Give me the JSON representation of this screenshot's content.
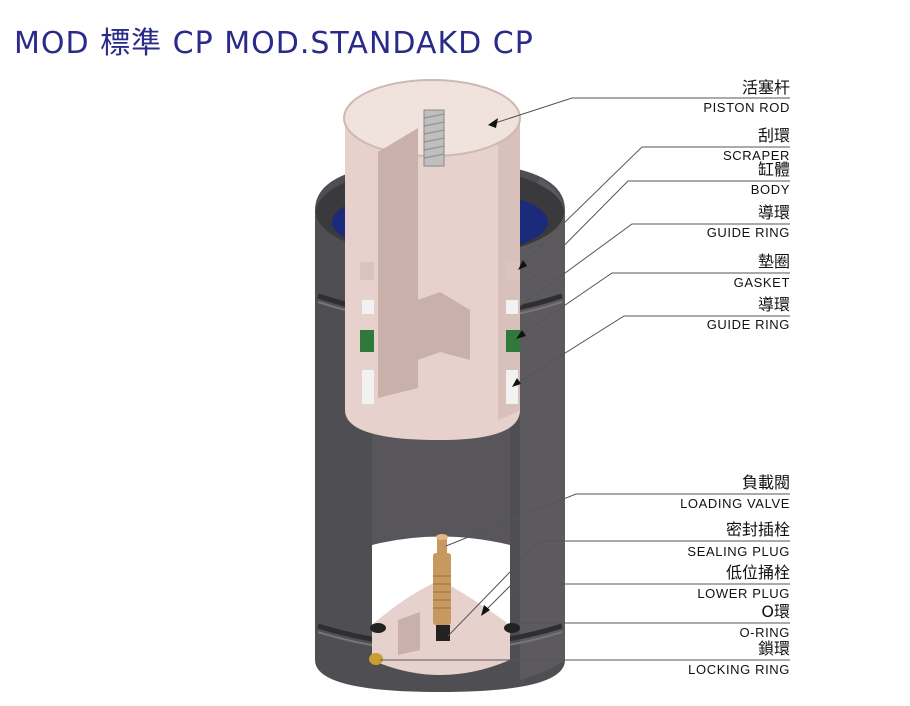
{
  "title": "MOD 標準 CP MOD.STANDAKD CP",
  "colors": {
    "title": "#2a2a8a",
    "body_dark": "#4f4e52",
    "body_light": "#6a686c",
    "rod_pink": "#e6d1cc",
    "rod_cap": "#f0e2dc",
    "scraper_blue": "#1c2a7a",
    "gasket_green": "#2f7a3a"
  },
  "labels": [
    {
      "id": "piston-rod",
      "zh": "活塞杆",
      "en": "PISTON ROD"
    },
    {
      "id": "scraper",
      "zh": "刮環",
      "en": "SCRAPER"
    },
    {
      "id": "body",
      "zh": "缸體",
      "en": "BODY"
    },
    {
      "id": "guide-ring-1",
      "zh": "導環",
      "en": "GUIDE RING"
    },
    {
      "id": "gasket",
      "zh": "墊圈",
      "en": "GASKET"
    },
    {
      "id": "guide-ring-2",
      "zh": "導環",
      "en": "GUIDE RING"
    },
    {
      "id": "loading-valve",
      "zh": "負載閥",
      "en": "LOADING VALVE"
    },
    {
      "id": "sealing-plug",
      "zh": "密封插栓",
      "en": "SEALING PLUG"
    },
    {
      "id": "lower-plug",
      "zh": "低位捅栓",
      "en": "LOWER PLUG"
    },
    {
      "id": "o-ring",
      "zh": "O環",
      "en": "O-RING"
    },
    {
      "id": "locking-ring",
      "zh": "鎖環",
      "en": "LOCKING RING"
    }
  ]
}
